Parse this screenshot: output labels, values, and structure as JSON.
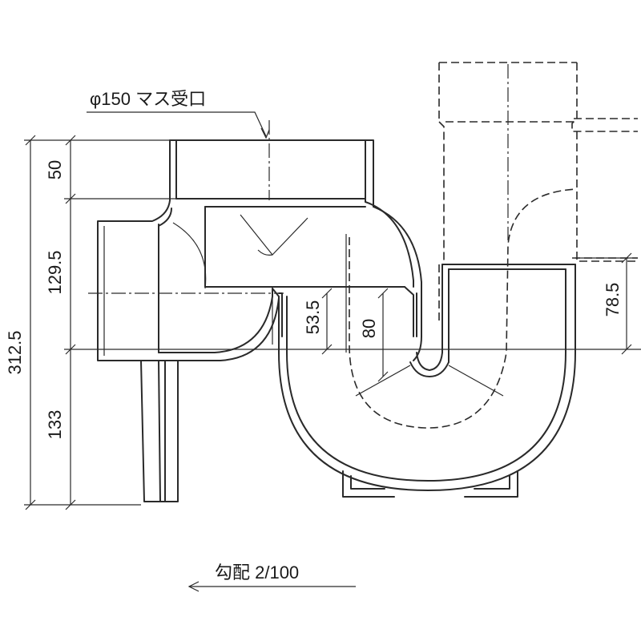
{
  "labels": {
    "inlet": "φ150 マス受口",
    "slope": "勾配 2/100"
  },
  "dimensions": {
    "total_height": "312.5",
    "top": "50",
    "middle": "129.5",
    "bottom": "133",
    "inner_trap": "53.5",
    "trap_depth": "80",
    "outlet_offset": "78.5"
  },
  "colors": {
    "line": "#2a2a2a",
    "background": "#ffffff"
  }
}
